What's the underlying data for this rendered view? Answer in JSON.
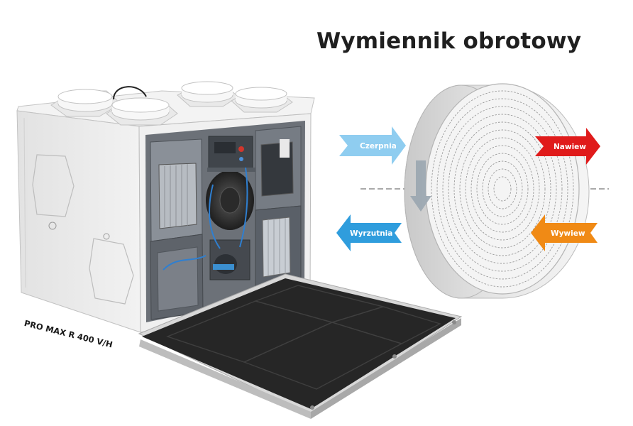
{
  "title": "Wymiennik obrotowy",
  "model": "PRO MAX R 400 V/H",
  "arrows": {
    "czerpnia": {
      "label": "Czerpnia",
      "color": "#8fcdf0"
    },
    "wyrzutnia": {
      "label": "Wyrzutnia",
      "color": "#2f9ddd"
    },
    "nawiew": {
      "label": "Nawiew",
      "color": "#e01b1b"
    },
    "wywiew": {
      "label": "Wywiew",
      "color": "#f08a15"
    }
  },
  "colors": {
    "unit_body": "#eeeeee",
    "unit_interior": "#6c7178",
    "door_panel": "#262626",
    "wheel_face": "#f4f4f4",
    "rotation_arrow": "#9aa6b0"
  }
}
